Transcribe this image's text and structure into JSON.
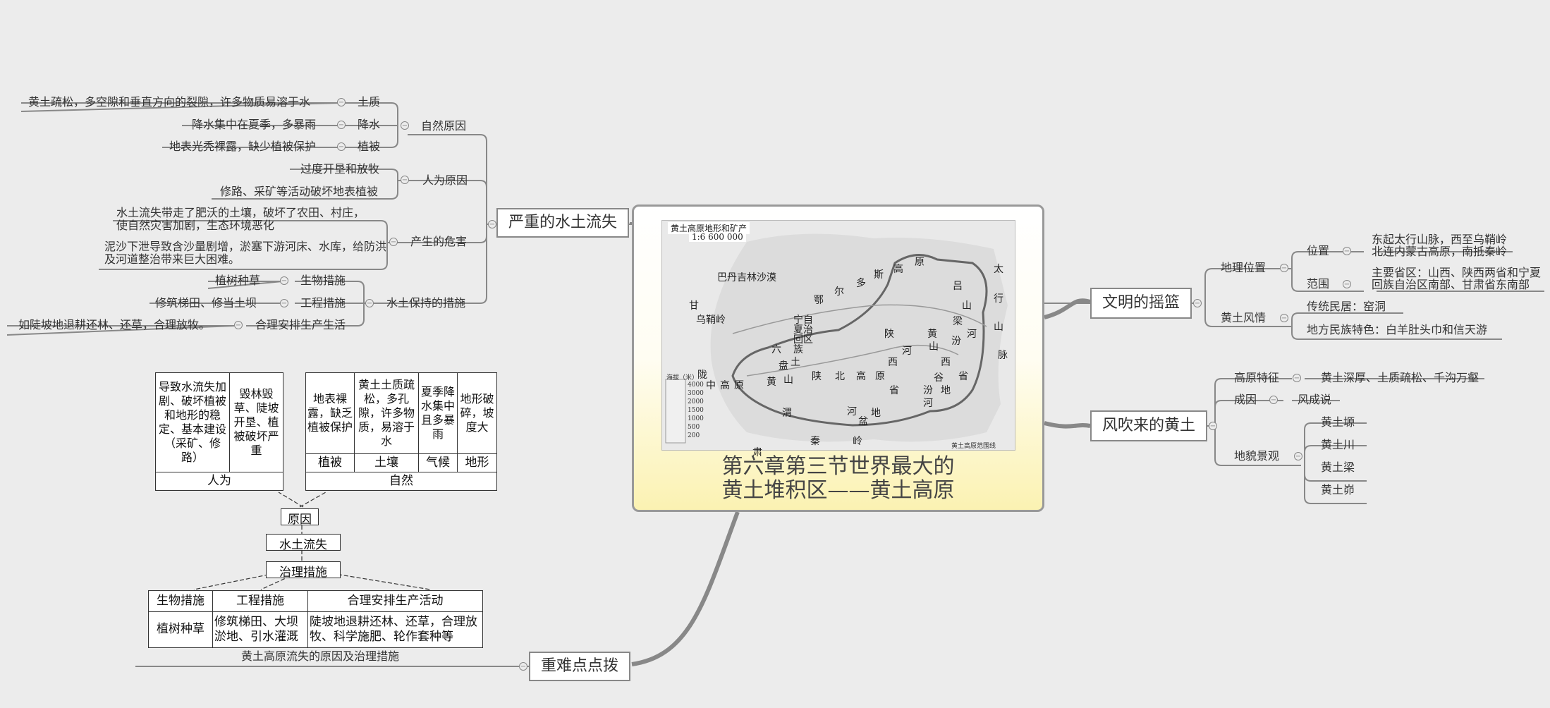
{
  "central": {
    "title_line1": "第六章第三节世界最大的",
    "title_line2": "黄土堆积区——黄土高原",
    "map": {
      "caption": "黄土高原地形和矿产",
      "scale": "1:6 600 000",
      "labels": [
        "巴丹吉林沙漠",
        "鄂",
        "尔",
        "多",
        "斯",
        "高",
        "原",
        "吕",
        "梁",
        "山",
        "太",
        "行",
        "山",
        "脉",
        "陇",
        "中",
        "高",
        "原",
        "黄",
        "土",
        "陕",
        "北",
        "高",
        "原",
        "渭",
        "河",
        "盆",
        "地",
        "秦",
        "岭",
        "六",
        "盘",
        "山",
        "乌鞘岭",
        "甘",
        "肃",
        "宁",
        "夏",
        "回",
        "族",
        "自",
        "治",
        "区",
        "黄",
        "河",
        "汾",
        "河",
        "山",
        "西",
        "省",
        "陕",
        "西",
        "省",
        "汾",
        "河",
        "谷",
        "地"
      ],
      "legend_title": "海拔（米）",
      "legend_values": [
        "4000",
        "3000",
        "2000",
        "1500",
        "1000",
        "500",
        "200"
      ],
      "boundary_label": "黄土高原范围线"
    }
  },
  "left": {
    "main1": "严重的水土流失",
    "main1_children": [
      {
        "label": "自然原因",
        "children": [
          {
            "label": "土质",
            "detail": "黄土疏松，多空隙和垂直方向的裂隙，许多物质易溶于水"
          },
          {
            "label": "降水",
            "detail": "降水集中在夏季，多暴雨"
          },
          {
            "label": "植被",
            "detail": "地表光秃裸露，缺少植被保护"
          }
        ]
      },
      {
        "label": "人为原因",
        "details": [
          "过度开垦和放牧",
          "修路、采矿等活动破坏地表植被"
        ]
      },
      {
        "label": "产生的危害",
        "details": [
          "水土流失带走了肥沃的土壤，破坏了农田、村庄，使自然灾害加剧，生态环境恶化",
          "泥沙下泄导致含沙量剧增，淤塞下游河床、水库，给防洪及河道整治带来巨大困难。"
        ]
      },
      {
        "label": "水土保持的措施",
        "children": [
          {
            "label": "生物措施",
            "detail": "植树种草"
          },
          {
            "label": "工程措施",
            "detail": "修筑梯田、修当土坝"
          },
          {
            "label": "合理安排生产生活",
            "detail": "如陡坡地退耕还林、还草，合理放牧。"
          }
        ]
      }
    ],
    "main2": "重难点点拨",
    "main2_child": "黄土高原流失的原因及治理措施",
    "flow": {
      "human_cells": [
        "导致水流失加剧、破坏植被和地形的稳定、基本建设（采矿、修路）",
        "毁林毁草、陡坡开垦、植被破坏严重"
      ],
      "human_label": "人为",
      "nature_cells": [
        {
          "text": "地表裸露，缺乏植被保护",
          "label": "植被"
        },
        {
          "text": "黄土土质疏松，多孔隙，许多物质，易溶于水",
          "label": "土壤"
        },
        {
          "text": "夏季降水集中且多暴雨",
          "label": "气候"
        },
        {
          "text": "地形破碎，坡度大",
          "label": "地形"
        }
      ],
      "nature_label": "自然",
      "cause": "原因",
      "erosion": "水土流失",
      "measures": "治理措施",
      "m_headers": [
        "生物措施",
        "工程措施",
        "合理安排生产活动"
      ],
      "m_values": [
        "植树种草",
        "修筑梯田、大坝淤地、引水灌溉",
        "陡坡地退耕还林、还草，合理放牧、科学施肥、轮作套种等"
      ]
    }
  },
  "right": {
    "main1": "文明的摇篮",
    "geo_label": "地理位置",
    "pos_label": "位置",
    "pos_detail_1": "东起太行山脉，西至乌鞘岭",
    "pos_detail_2": "北连内蒙古高原，南抵秦岭",
    "range_label": "范围",
    "range_detail_1": "主要省区：山西、陕西两省和宁夏",
    "range_detail_2": "回族自治区南部、甘肃省东南部",
    "custom_label": "黄土风情",
    "custom_1": "传统民居：窑洞",
    "custom_2": "地方民族特色：白羊肚头巾和信天游",
    "main2": "风吹来的黄土",
    "feature_label": "高原特征",
    "feature_detail": "黄土深厚、土质疏松、千沟万壑",
    "origin_label": "成因",
    "origin_detail": "风成说",
    "landform_label": "地貌景观",
    "landforms": [
      "黄土塬",
      "黄土川",
      "黄土梁",
      "黄土峁"
    ]
  },
  "collapse_symbol": "−",
  "colors": {
    "line": "#888888",
    "central_bottom": "#fbf2b2",
    "background": "#ececec"
  }
}
